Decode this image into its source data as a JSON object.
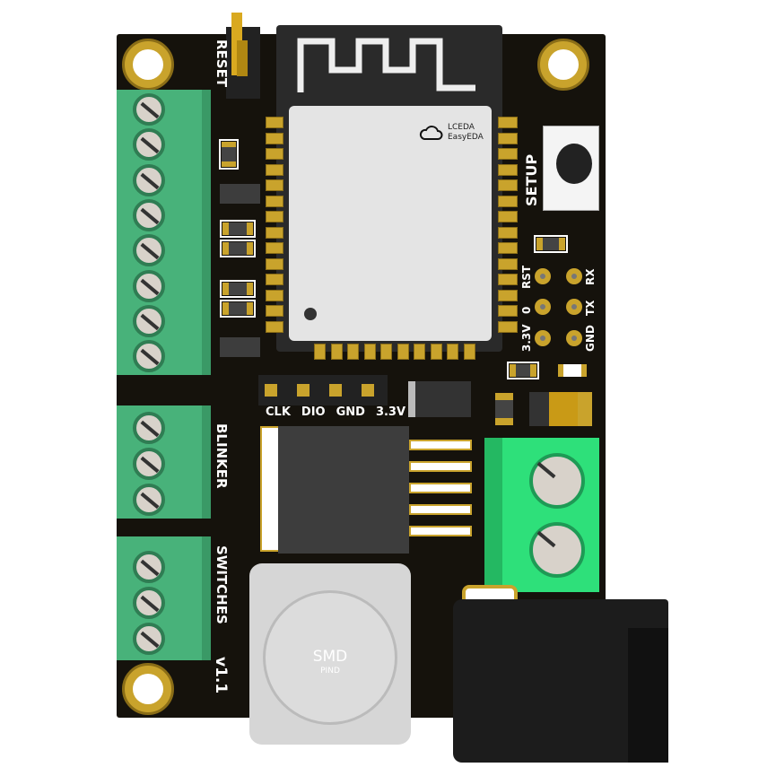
{
  "board": {
    "color": "#15120c",
    "labels": {
      "reset": "RESET",
      "setup": "SETUP",
      "blinker": "BLINKER",
      "switches": "SWITCHES",
      "version": "v1.1",
      "header_pins": [
        "CLK",
        "DIO",
        "GND",
        "3.3V"
      ],
      "uart_left": [
        "RST",
        "0",
        "3.3V"
      ],
      "uart_right": [
        "RX",
        "TX",
        "GND"
      ]
    }
  },
  "module": {
    "logo_line1": "LCEDA",
    "logo_line2": "EasyEDA",
    "logo_icon": "cloud-icon"
  },
  "inductor": {
    "line1": "SMD",
    "line2": "PIND"
  },
  "colors": {
    "terminal_green": "#48b27a",
    "terminal_bright": "#2ee07a",
    "gold": "#c9a32c"
  }
}
